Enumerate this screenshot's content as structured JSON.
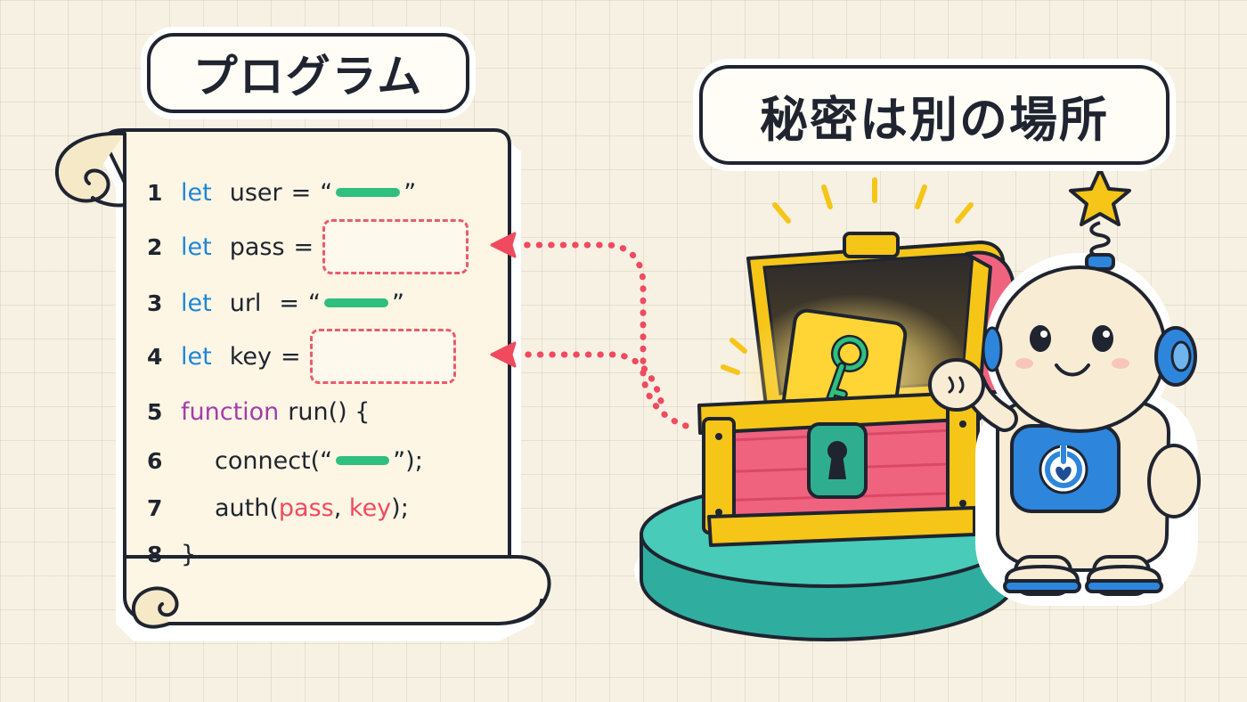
{
  "titles": {
    "program": "プログラム",
    "secret": "秘密は別の場所"
  },
  "code": {
    "lines": [
      {
        "n": "1",
        "kw": "let",
        "name": "user",
        "op": "=",
        "open": "“",
        "close": "”"
      },
      {
        "n": "2",
        "kw": "let",
        "name": "pass",
        "op": "="
      },
      {
        "n": "3",
        "kw": "let",
        "name": "url",
        "op": "=",
        "open": "“",
        "close": "”"
      },
      {
        "n": "4",
        "kw": "let",
        "name": "key",
        "op": "="
      },
      {
        "n": "5",
        "kw": "function",
        "rest": "run() {"
      },
      {
        "n": "6",
        "call": "connect(",
        "open": "“",
        "tail": "”);"
      },
      {
        "n": "7",
        "call": "auth(",
        "arg1": "pass",
        "sep": ", ",
        "arg2": "key",
        "tail": ");"
      },
      {
        "n": "8",
        "brace": "}"
      }
    ]
  },
  "colors": {
    "keyword_blue": "#1f86d8",
    "keyword_purple": "#a23dab",
    "secret_red": "#f04a5e",
    "string_green": "#2fbf7e",
    "chest_pink": "#f0637f",
    "chest_gold": "#f5c518",
    "pedestal_teal": "#3fc4b4",
    "robot_blue": "#2d86dc"
  },
  "icons": [
    "scroll-icon",
    "treasure-chest-icon",
    "key-card-icon",
    "keyhole-lock-icon",
    "robot-mascot-icon",
    "star-icon",
    "power-heart-icon",
    "dotted-arrow-icon"
  ]
}
